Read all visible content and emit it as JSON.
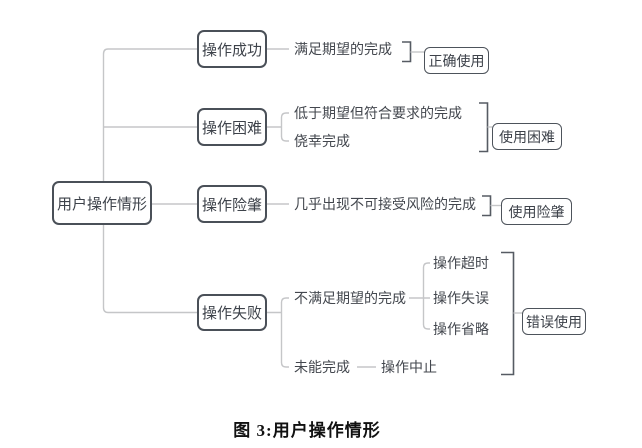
{
  "figure": {
    "caption": "图 3:用户操作情形",
    "root": "用户操作情形",
    "branches": [
      {
        "category": "操作成功",
        "outcomes": [
          "满足期望的完成"
        ],
        "classification": "正确使用"
      },
      {
        "category": "操作困难",
        "outcomes": [
          "低于期望但符合要求的完成",
          "侥幸完成"
        ],
        "classification": "使用困难"
      },
      {
        "category": "操作险肇",
        "outcomes": [
          "几乎出现不可接受风险的完成"
        ],
        "classification": "使用险肇"
      },
      {
        "category": "操作失败",
        "outcomes": [
          "不满足期望的完成",
          "未能完成"
        ],
        "details": {
          "not_meet_children": [
            "操作超时",
            "操作失误",
            "操作省略"
          ],
          "not_complete_children": [
            "操作中止"
          ]
        },
        "classification": "错误使用"
      }
    ]
  },
  "colors": {
    "background": "#ffffff",
    "node_border": "#4a5058",
    "node_text": "#3d424a",
    "label_text": "#43474e",
    "connector_line": "#c5c6c8",
    "bracket_line": "#565b63",
    "caption_text": "#111111"
  }
}
